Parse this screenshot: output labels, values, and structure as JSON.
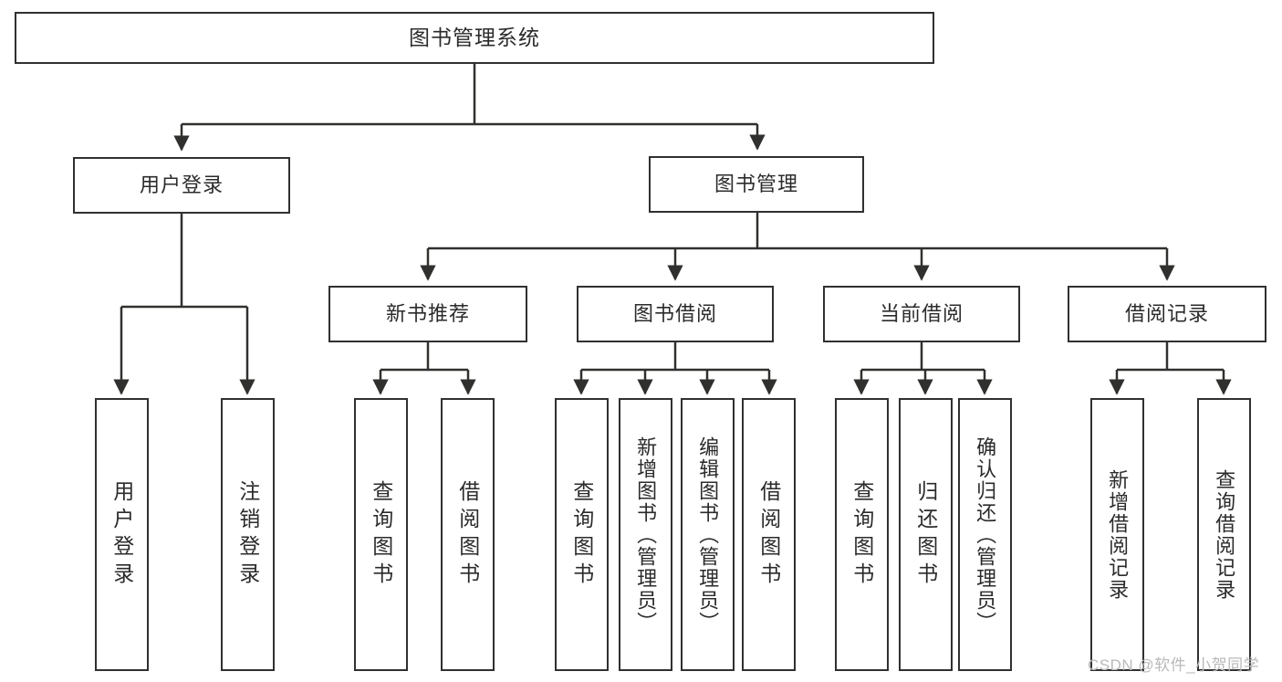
{
  "diagram": {
    "type": "hierarchy-tree",
    "title": "图书管理系统",
    "root": {
      "id": "root",
      "label": "图书管理系统"
    },
    "level1": [
      {
        "id": "user-login",
        "label": "用户登录"
      },
      {
        "id": "book-management",
        "label": "图书管理"
      }
    ],
    "level2": [
      {
        "id": "new-book-recommend",
        "label": "新书推荐",
        "parent": "book-management"
      },
      {
        "id": "book-borrow",
        "label": "图书借阅",
        "parent": "book-management"
      },
      {
        "id": "current-borrow",
        "label": "当前借阅",
        "parent": "book-management"
      },
      {
        "id": "borrow-record",
        "label": "借阅记录",
        "parent": "book-management"
      }
    ],
    "leaves": [
      {
        "id": "leaf-user-login",
        "label": "用户登录",
        "parent": "user-login"
      },
      {
        "id": "leaf-logout",
        "label": "注销登录",
        "parent": "user-login"
      },
      {
        "id": "leaf-query-book-1",
        "label": "查询图书",
        "parent": "new-book-recommend"
      },
      {
        "id": "leaf-borrow-book-1",
        "label": "借阅图书",
        "parent": "new-book-recommend"
      },
      {
        "id": "leaf-query-book-2",
        "label": "查询图书",
        "parent": "book-borrow"
      },
      {
        "id": "leaf-add-book",
        "label": "新增图书（管理员）",
        "parent": "book-borrow"
      },
      {
        "id": "leaf-edit-book",
        "label": "编辑图书（管理员）",
        "parent": "book-borrow"
      },
      {
        "id": "leaf-borrow-book-2",
        "label": "借阅图书",
        "parent": "book-borrow"
      },
      {
        "id": "leaf-query-book-3",
        "label": "查询图书",
        "parent": "current-borrow"
      },
      {
        "id": "leaf-return-book",
        "label": "归还图书",
        "parent": "current-borrow"
      },
      {
        "id": "leaf-confirm-return",
        "label": "确认归还（管理员）",
        "parent": "current-borrow"
      },
      {
        "id": "leaf-add-record",
        "label": "新增借阅记录",
        "parent": "borrow-record"
      },
      {
        "id": "leaf-query-record",
        "label": "查询借阅记录",
        "parent": "borrow-record"
      }
    ],
    "colors": {
      "stroke": "#30302f",
      "text": "#2b2b2b",
      "background": "#ffffff",
      "watermark": "#b9b9b9"
    }
  },
  "watermark": {
    "text": "CSDN @软件_小贺同学"
  }
}
